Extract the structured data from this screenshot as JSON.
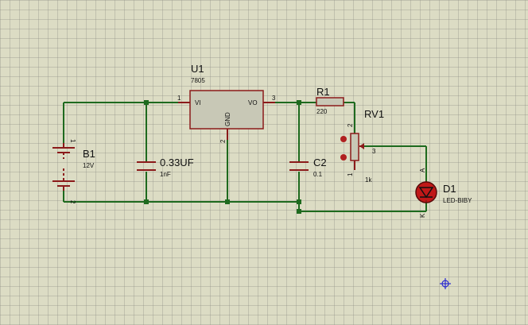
{
  "regulator": {
    "ref": "U1",
    "value": "7805",
    "pin_vi": "VI",
    "pin_vo": "VO",
    "pin_gnd": "GND",
    "pin1": "1",
    "pin2": "2",
    "pin3": "3"
  },
  "battery": {
    "ref": "B1",
    "value": "12V",
    "pin1": "1",
    "pin2": "2"
  },
  "cap1": {
    "value": "0.33UF",
    "sub": "1nF"
  },
  "cap2": {
    "ref": "C2",
    "value": "0.1"
  },
  "resistor": {
    "ref": "R1",
    "value": "220"
  },
  "pot": {
    "ref": "RV1",
    "value": "1k",
    "pin1": "1",
    "pin2": "2",
    "pin3": "3"
  },
  "led": {
    "ref": "D1",
    "value": "LED-BIBY",
    "pin_a": "A",
    "pin_k": "K"
  }
}
